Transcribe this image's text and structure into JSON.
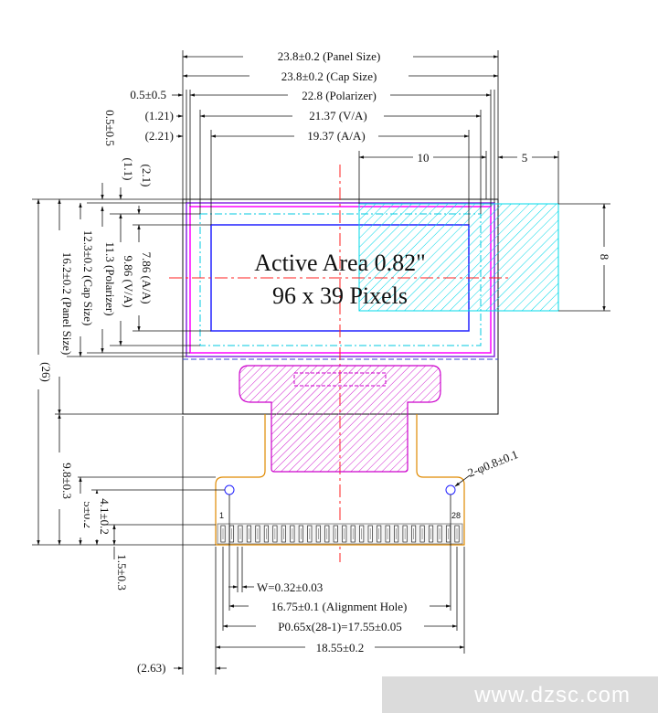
{
  "top_dims": {
    "panel": "23.8±0.2 (Panel Size)",
    "cap": "23.8±0.2 (Cap Size)",
    "pol_offset": "0.5±0.5",
    "polarizer": "22.8 (Polarizer)",
    "va_offset": "(1.21)",
    "va": "21.37 (V/A)",
    "aa_offset": "(2.21)",
    "aa": "19.37 (A/A)",
    "detail_w1": "10",
    "detail_w2": "5",
    "detail_h": "8"
  },
  "left_dims": {
    "v_off1": "0.5±0.5",
    "v_off2": "(1.1)",
    "v_off3": "(2.1)",
    "aa_h": "7.86 (A/A)",
    "va_h": "9.86 (V/A)",
    "pol_h": "11.3 (Polarizer)",
    "cap_h": "12.3±0.2 (Cap Size)",
    "panel_h": "16.2±0.2 (Panel Size)",
    "total": "(26)",
    "tail": "9.8±0.3",
    "h5": "5±0.2",
    "h41": "4.1±0.2",
    "h15": "1.5±0.3"
  },
  "active_area": {
    "line1": "Active Area 0.82\"",
    "line2": "96 x 39 Pixels"
  },
  "hole_label": "2-φ0.8±0.1",
  "pins": {
    "first": "1",
    "last": "28",
    "count": 28
  },
  "bottom_dims": {
    "width": "W=0.32±0.03",
    "alignment": "16.75±0.1 (Alignment Hole)",
    "pitch": "P0.65x(28-1)=17.55±0.05",
    "total": "18.55±0.2",
    "offset": "(2.63)"
  },
  "watermark": "www.dzsc.com",
  "colors": {
    "line": "#111111",
    "cap": "#8a2be2",
    "polarizer": "#ff00ff",
    "va": "#00c8e0",
    "aa": "#2222ff",
    "center": "#ff2020",
    "fpc": "#e08a00",
    "hatch": "#cc00cc",
    "detail": "#00d8e8"
  }
}
